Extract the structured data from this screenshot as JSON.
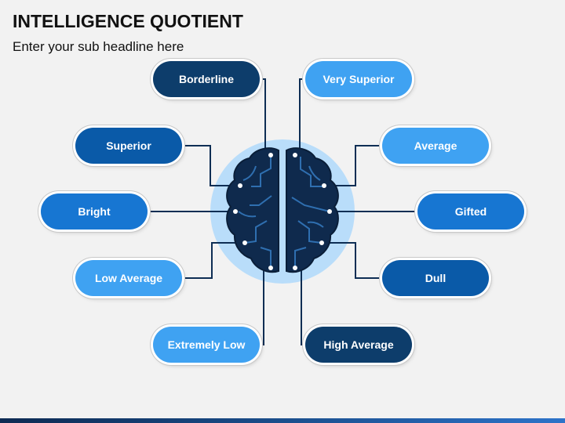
{
  "header": {
    "title": "INTELLIGENCE QUOTIENT",
    "subtitle": "Enter your sub headline here"
  },
  "colors": {
    "dark": "#0d3d6b",
    "mid": "#0a5aa8",
    "blue": "#1776d2",
    "light": "#3fa2f2",
    "circle": "#b9ddfa",
    "brain": "#0f2a4d",
    "line": "#0e2e54"
  },
  "items": [
    {
      "label": "Borderline",
      "color": "dark"
    },
    {
      "label": "Superior",
      "color": "mid"
    },
    {
      "label": "Bright",
      "color": "blue"
    },
    {
      "label": "Low Average",
      "color": "light"
    },
    {
      "label": "Extremely Low",
      "color": "light"
    },
    {
      "label": "Very Superior",
      "color": "light"
    },
    {
      "label": "Average",
      "color": "light"
    },
    {
      "label": "Gifted",
      "color": "blue"
    },
    {
      "label": "Dull",
      "color": "mid"
    },
    {
      "label": "High Average",
      "color": "dark"
    }
  ]
}
